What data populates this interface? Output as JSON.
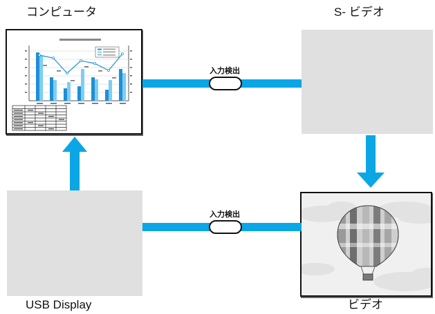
{
  "nodes": {
    "computer": "コンピュータ",
    "s_video": "S- ビデオ",
    "usb_display": "USB Display",
    "video": "ビデオ"
  },
  "connectors": {
    "top_label": "入力検出",
    "bottom_label": "入力検出"
  },
  "colors": {
    "arrow": "#0aa6e6",
    "placeholder": "#e0e0e0"
  }
}
